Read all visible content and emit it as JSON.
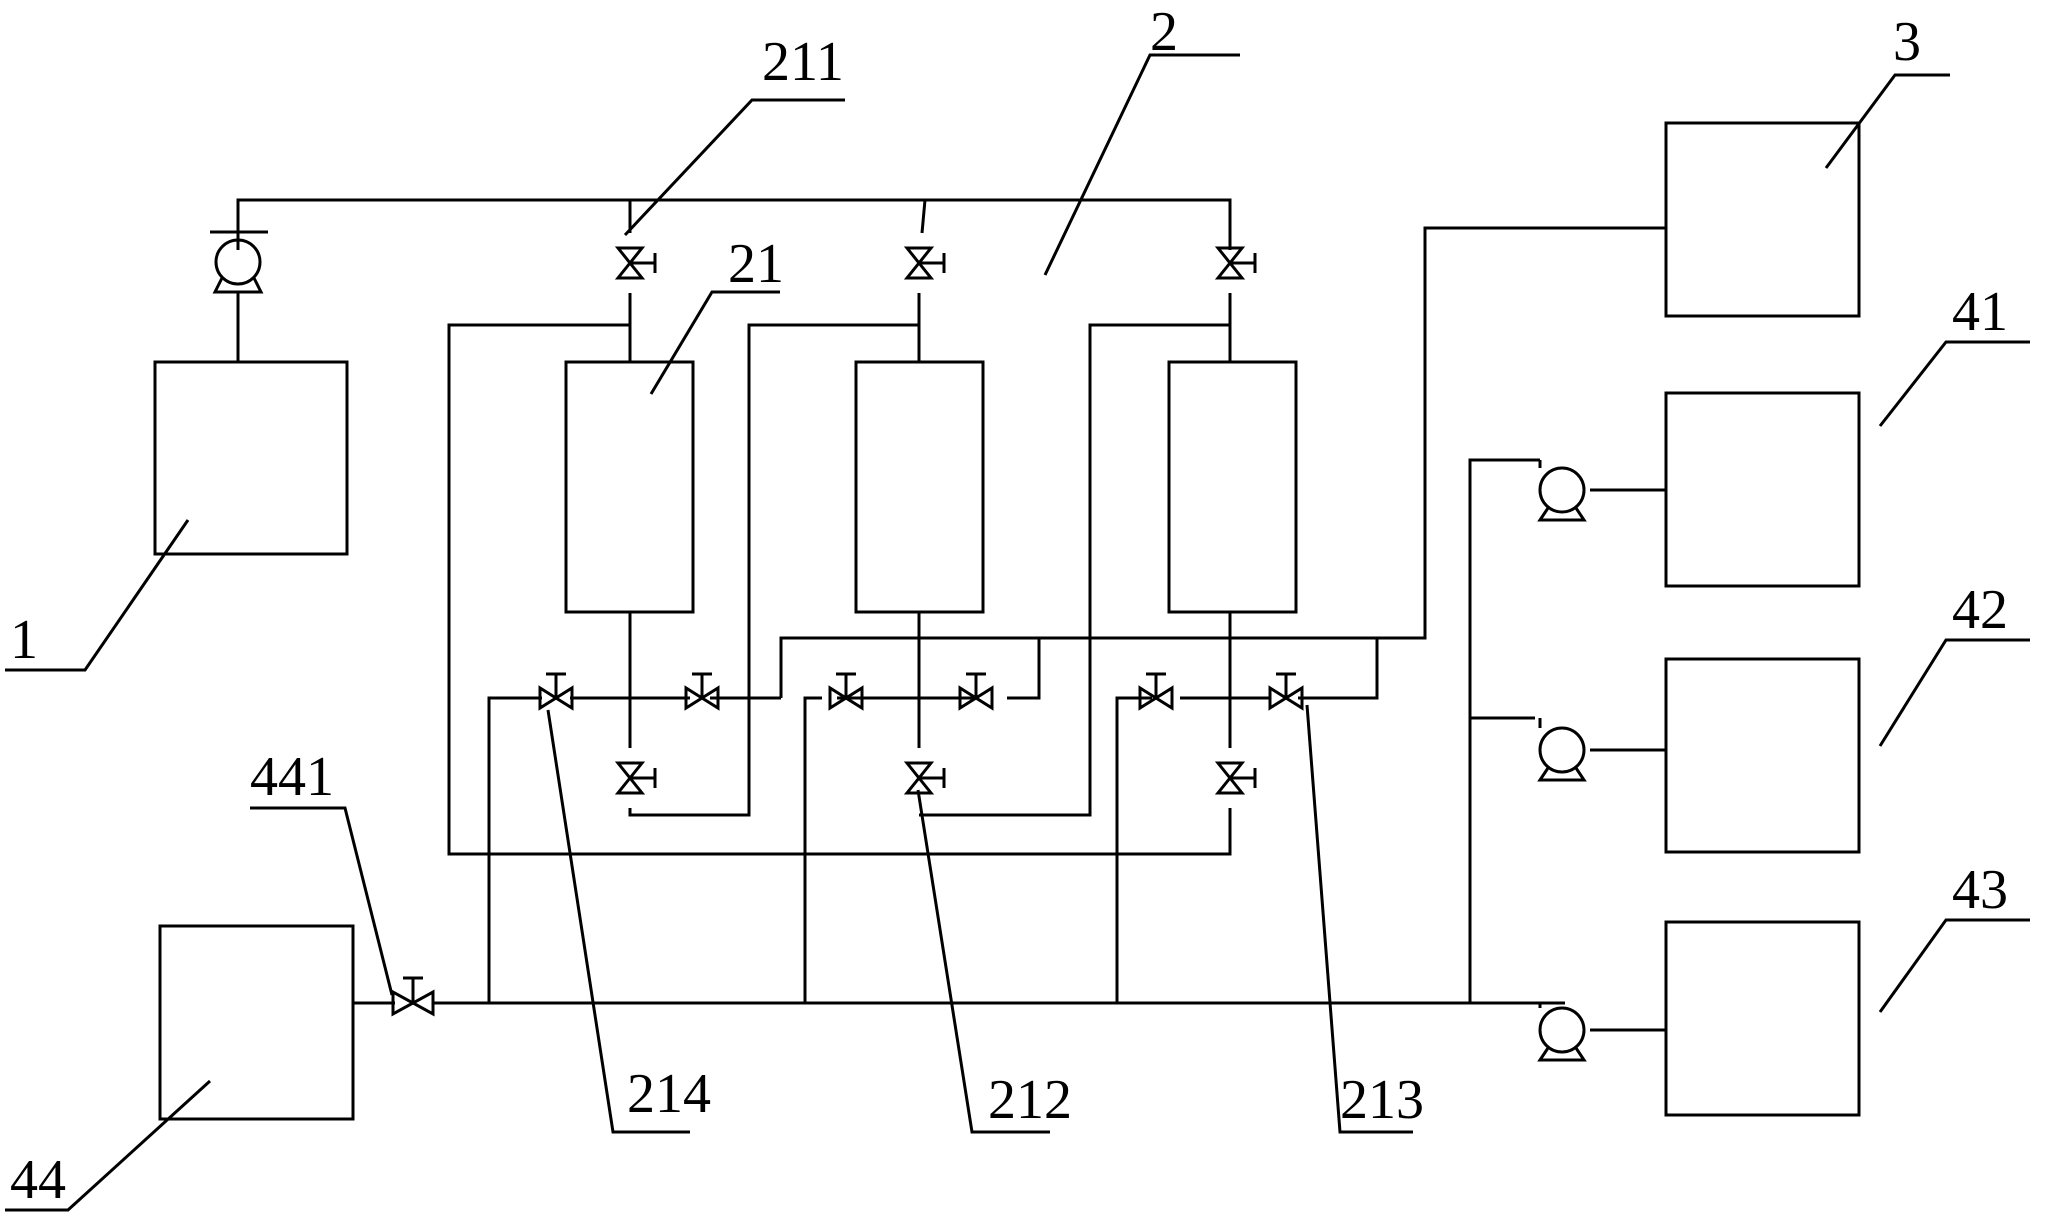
{
  "labels": {
    "l1": "1",
    "l2": "2",
    "l3": "3",
    "l21": "21",
    "l41": "41",
    "l42": "42",
    "l43": "43",
    "l44": "44",
    "l211": "211",
    "l212": "212",
    "l213": "213",
    "l214": "214",
    "l441": "441"
  }
}
